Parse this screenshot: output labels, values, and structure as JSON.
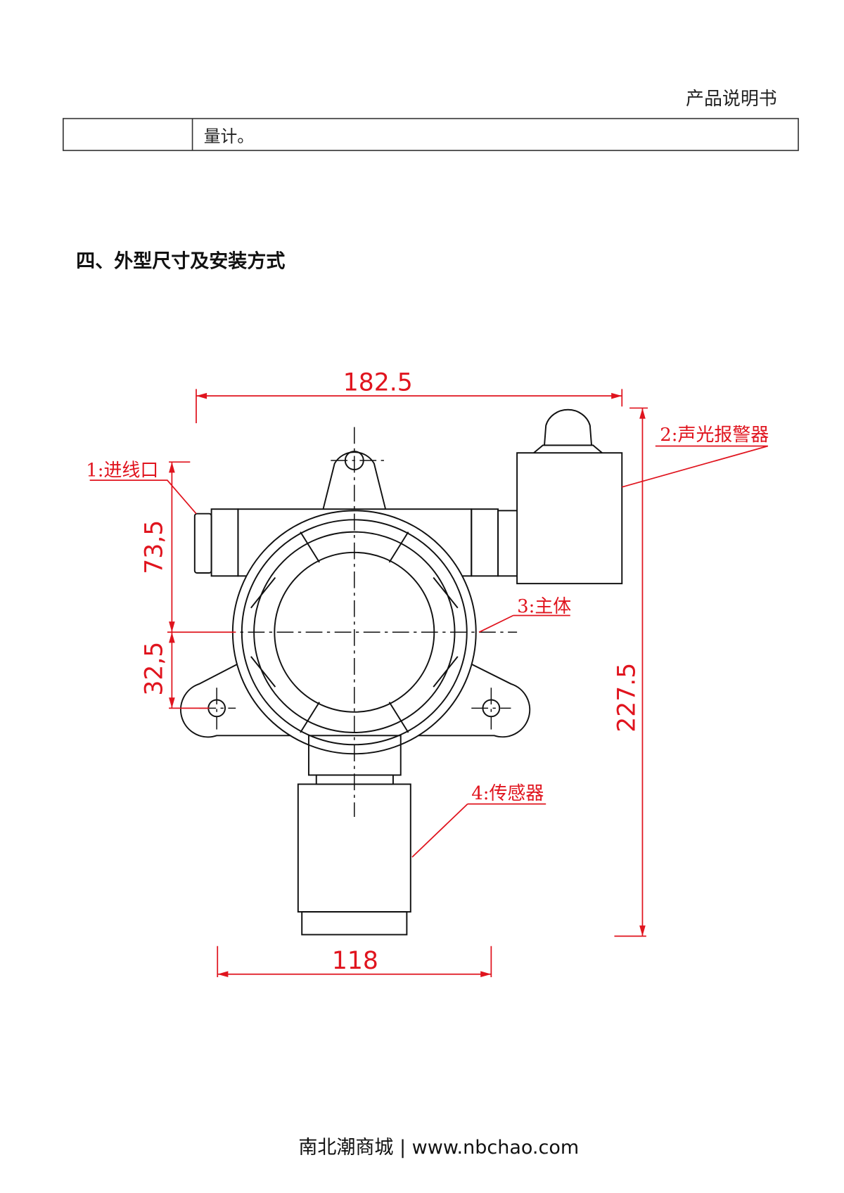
{
  "header": {
    "doc_title": "产品说明书"
  },
  "table": {
    "row_text": "量计。"
  },
  "section": {
    "heading": "四、外型尺寸及安装方式"
  },
  "drawing": {
    "dimensions": {
      "overall_width": "182.5",
      "overall_height": "227.5",
      "upper_height": "73,5",
      "lower_height": "32,5",
      "mount_width": "118"
    },
    "labels": {
      "cable_inlet": "1:进线口",
      "alarm": "2:声光报警器",
      "body": "3:主体",
      "sensor": "4:传感器"
    },
    "colors": {
      "dimension": "#e0141e",
      "outline": "#111111"
    }
  },
  "footer": {
    "text": "南北潮商城 | www.nbchao.com"
  }
}
